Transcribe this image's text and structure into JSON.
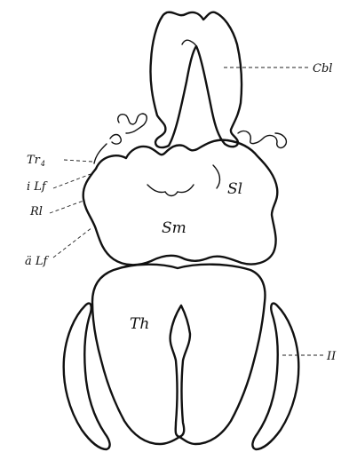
{
  "labels": {
    "cbl": "Cbl",
    "tr4": "Tr",
    "tr4_sub": "4",
    "ilf": "i Lf",
    "rl": "Rl",
    "alf": "ä Lf",
    "sl": "Sl",
    "sm": "Sm",
    "th": "Th",
    "ii": "II"
  }
}
